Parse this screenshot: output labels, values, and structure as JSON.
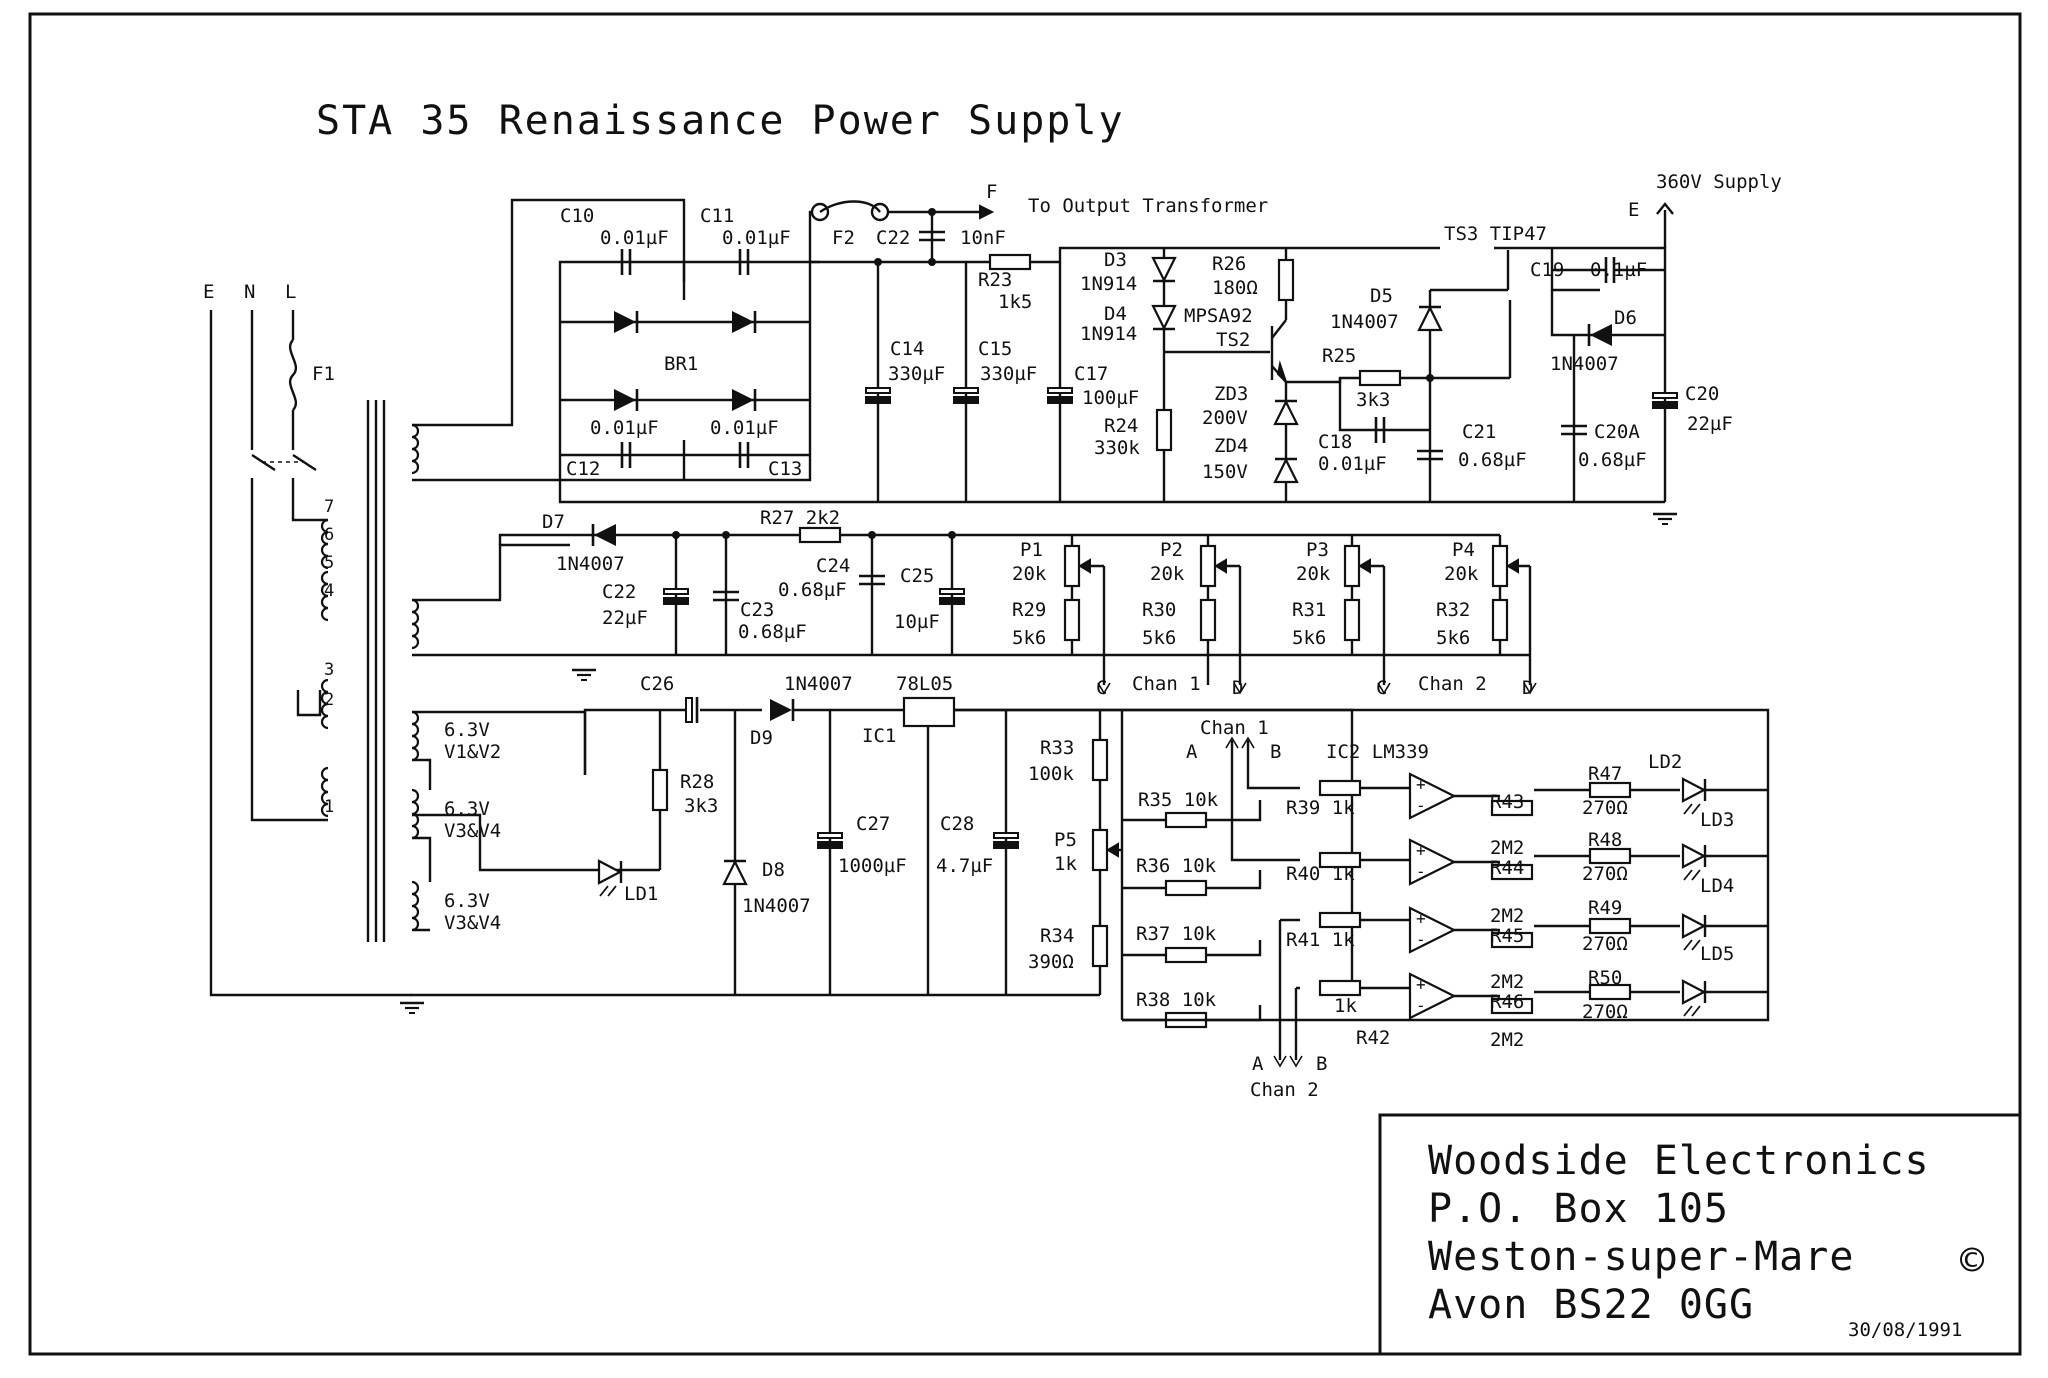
{
  "title": "STA 35 Renaissance Power Supply",
  "title_block": {
    "line1": "Woodside Electronics",
    "line2": "P.O. Box 105",
    "line3": "Weston-super-Mare",
    "line4": "Avon BS22 0GG",
    "copyright": "©",
    "date": "30/08/1991"
  },
  "mains": {
    "earth": "E",
    "neutral": "N",
    "live": "L",
    "fuse": "F1"
  },
  "transformer_taps": [
    "7",
    "6",
    "5",
    "4",
    "3",
    "2",
    "1"
  ],
  "heater_windings": [
    {
      "volt": "6.3V",
      "valves": "V1&V2"
    },
    {
      "volt": "6.3V",
      "valves": "V3&V4"
    },
    {
      "volt": "6.3V",
      "valves": "V3&V4"
    }
  ],
  "hv_section": {
    "c10": "C10",
    "c10_val": "0.01µF",
    "c11": "C11",
    "c11_val": "0.01µF",
    "c12": "C12",
    "c12_val": "0.01µF",
    "c13": "C13",
    "c13_val": "0.01µF",
    "bridge": "BR1",
    "fuse2": "F2",
    "c22": "C22",
    "c22_val": "10nF",
    "output_node": "F",
    "output_note": "To Output Transformer",
    "r23": "R23",
    "r23_val": "1k5",
    "c14": "C14",
    "c14_val": "330µF",
    "c15": "C15",
    "c15_val": "330µF",
    "c17": "C17",
    "c17_val": "100µF",
    "d3": "D3",
    "d3_val": "1N914",
    "d4": "D4",
    "d4_val": "1N914",
    "r26": "R26",
    "r26_val": "180Ω",
    "ts2_type": "MPSA92",
    "ts2": "TS2",
    "r24": "R24",
    "r24_val": "330k",
    "zd3": "ZD3",
    "zd3_val": "200V",
    "zd4": "ZD4",
    "zd4_val": "150V",
    "r25": "R25",
    "r25_val": "3k3",
    "c18": "C18",
    "c18_val": "0.01µF",
    "d5": "D5",
    "d5_val": "1N4007",
    "ts3": "TS3 TIP47",
    "c19": "C19",
    "c19_val": "0.1µF",
    "d6": "D6",
    "d6_val": "1N4007",
    "c21": "C21",
    "c21_val": "0.68µF",
    "c20a": "C20A",
    "c20a_val": "0.68µF",
    "c20": "C20",
    "c20_val": "22µF",
    "supply_node": "E",
    "supply_label": "360V Supply"
  },
  "bias_section": {
    "d7": "D7",
    "d7_val": "1N4007",
    "r27": "R27 2k2",
    "c22": "C22",
    "c22_val": "22µF",
    "c23": "C23",
    "c23_val": "0.68µF",
    "c24": "C24",
    "c24_val": "0.68µF",
    "c25": "C25",
    "c25_val": "10µF",
    "pots": [
      {
        "ref": "P1",
        "val": "20k",
        "r": "R29",
        "rval": "5k6"
      },
      {
        "ref": "P2",
        "val": "20k",
        "r": "R30",
        "rval": "5k6"
      },
      {
        "ref": "P3",
        "val": "20k",
        "r": "R31",
        "rval": "5k6"
      },
      {
        "ref": "P4",
        "val": "20k",
        "r": "R32",
        "rval": "5k6"
      }
    ],
    "c_node": "C",
    "d_node": "D",
    "chan1": "Chan 1",
    "chan2": "Chan 2"
  },
  "led_section": {
    "c26": "C26",
    "d9_val": "1N4007",
    "d9": "D9",
    "reg_type": "78L05",
    "ic1": "IC1",
    "r28": "R28",
    "r28_val": "3k3",
    "ld1": "LD1",
    "d8": "D8",
    "d8_val": "1N4007",
    "c27": "C27",
    "c27_val": "1000µF",
    "c28": "C28",
    "c28_val": "4.7µF",
    "r33": "R33",
    "r33_val": "100k",
    "p5": "P5",
    "p5_val": "1k",
    "r34": "R34",
    "r34_val": "390Ω",
    "chan1": "Chan 1",
    "chan2": "Chan 2",
    "node_a": "A",
    "node_b": "B",
    "ic2": "IC2 LM339",
    "r35": "R35 10k",
    "r36": "R36 10k",
    "r37": "R37 10k",
    "r38": "R38 10k",
    "r39": "R39 1k",
    "r40": "R40 1k",
    "r41": "R41 1k",
    "r42_val": "1k",
    "r42": "R42",
    "r43": "R43",
    "r44": "R44",
    "r45": "R45",
    "r46": "R46",
    "r_2m2": "2M2",
    "r47": "R47",
    "r48": "R48",
    "r49": "R49",
    "r50": "R50",
    "r_270": "270Ω",
    "ld2": "LD2",
    "ld3": "LD3",
    "ld4": "LD4",
    "ld5": "LD5"
  }
}
